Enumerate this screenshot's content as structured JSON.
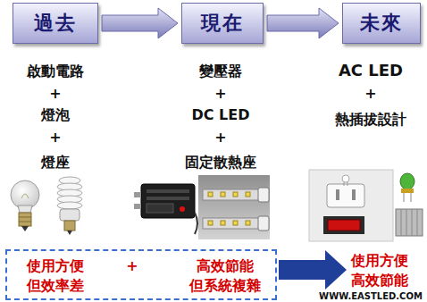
{
  "diagram": {
    "nodes": [
      {
        "text": [
          "過去"
        ]
      },
      {
        "text": [
          "現在"
        ]
      },
      {
        "text": [
          "未來"
        ]
      },
      {
        "text": [
          "使用方便 但效率差",
          "+",
          "高效節能 但系統複雜"
        ]
      }
    ],
    "edges": [
      {
        "from": 0,
        "to": 1,
        "arrow": "to"
      },
      {
        "from": 1,
        "to": 2,
        "arrow": "to"
      }
    ],
    "labels": [
      "啟動電路",
      "+",
      "燈泡",
      "+",
      "燈座",
      "變壓器",
      "+",
      "DC LED",
      "+",
      "固定散熱座",
      "AC LED",
      "+",
      "熱插拔設計",
      "使用方便 高效節能",
      "WWW.EASTLED.COM"
    ]
  }
}
